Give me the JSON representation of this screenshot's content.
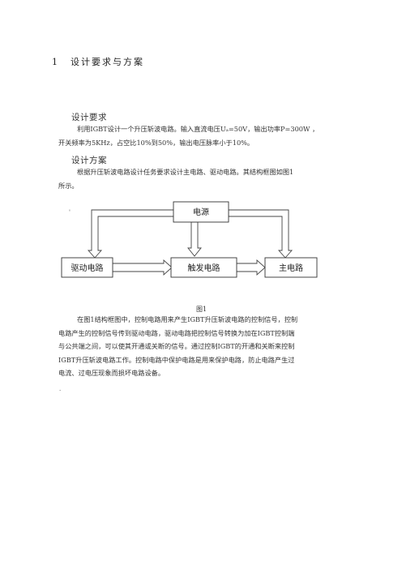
{
  "heading": {
    "number": "1",
    "title": "设计要求与方案"
  },
  "requirements": {
    "title": "设计要求",
    "lines": [
      "利用IGBT设计一个升压斩波电路。输入直流电压Uₐ=50V，输出功率P=300W ，",
      "开关频率为5KHz，占空比10%到50%，输出电压脉率小于10%。"
    ]
  },
  "scheme": {
    "title": "设计方案",
    "lines": [
      "根据升压斩波电路设计任务要求设计主电路、驱动电路。其结构框图如图1",
      "所示。"
    ]
  },
  "diagram": {
    "power": "电源",
    "drive": "驱动电路",
    "trigger": "触发电路",
    "main": "主电路"
  },
  "figure_caption": "图1",
  "description": {
    "lines": [
      "在图1结构框图中，控制电路用来产生IGBT升压斩波电路的控制信号，控制",
      "电路产生的控制信号传到驱动电路，驱动电路把控制信号转换为加在IGBT控制端",
      "与公共端之间，可以使其开通或关断的信号。通过控制IGBT的开通和关断来控制",
      "IGBT升压斩波电路工作。控制电路中保护电路是用来保护电路，防止电路产生过",
      "电流、过电压现象而损坏电路设备。"
    ]
  },
  "stray_marks": {
    "a": "'",
    "b": "."
  }
}
